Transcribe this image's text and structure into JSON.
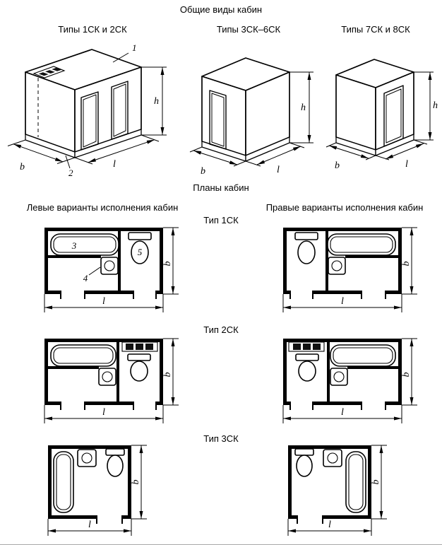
{
  "titles": {
    "main": "Общие виды кабин",
    "plans": "Планы кабин",
    "left_variants": "Левые варианты исполнения кабин",
    "right_variants": "Правые варианты исполнения кабин"
  },
  "views": {
    "v1": {
      "label": "Типы 1СК и 2СК"
    },
    "v2": {
      "label": "Типы 3СК–6СК"
    },
    "v3": {
      "label": "Типы 7СК и 8СК"
    }
  },
  "types": {
    "t1": "Тип 1СК",
    "t2": "Тип 2СК",
    "t3": "Тип 3СК"
  },
  "dims": {
    "b": "b",
    "l": "l",
    "h": "h"
  },
  "callouts": {
    "c1": "1",
    "c2": "2",
    "c3": "3",
    "c4": "4",
    "c5": "5"
  }
}
